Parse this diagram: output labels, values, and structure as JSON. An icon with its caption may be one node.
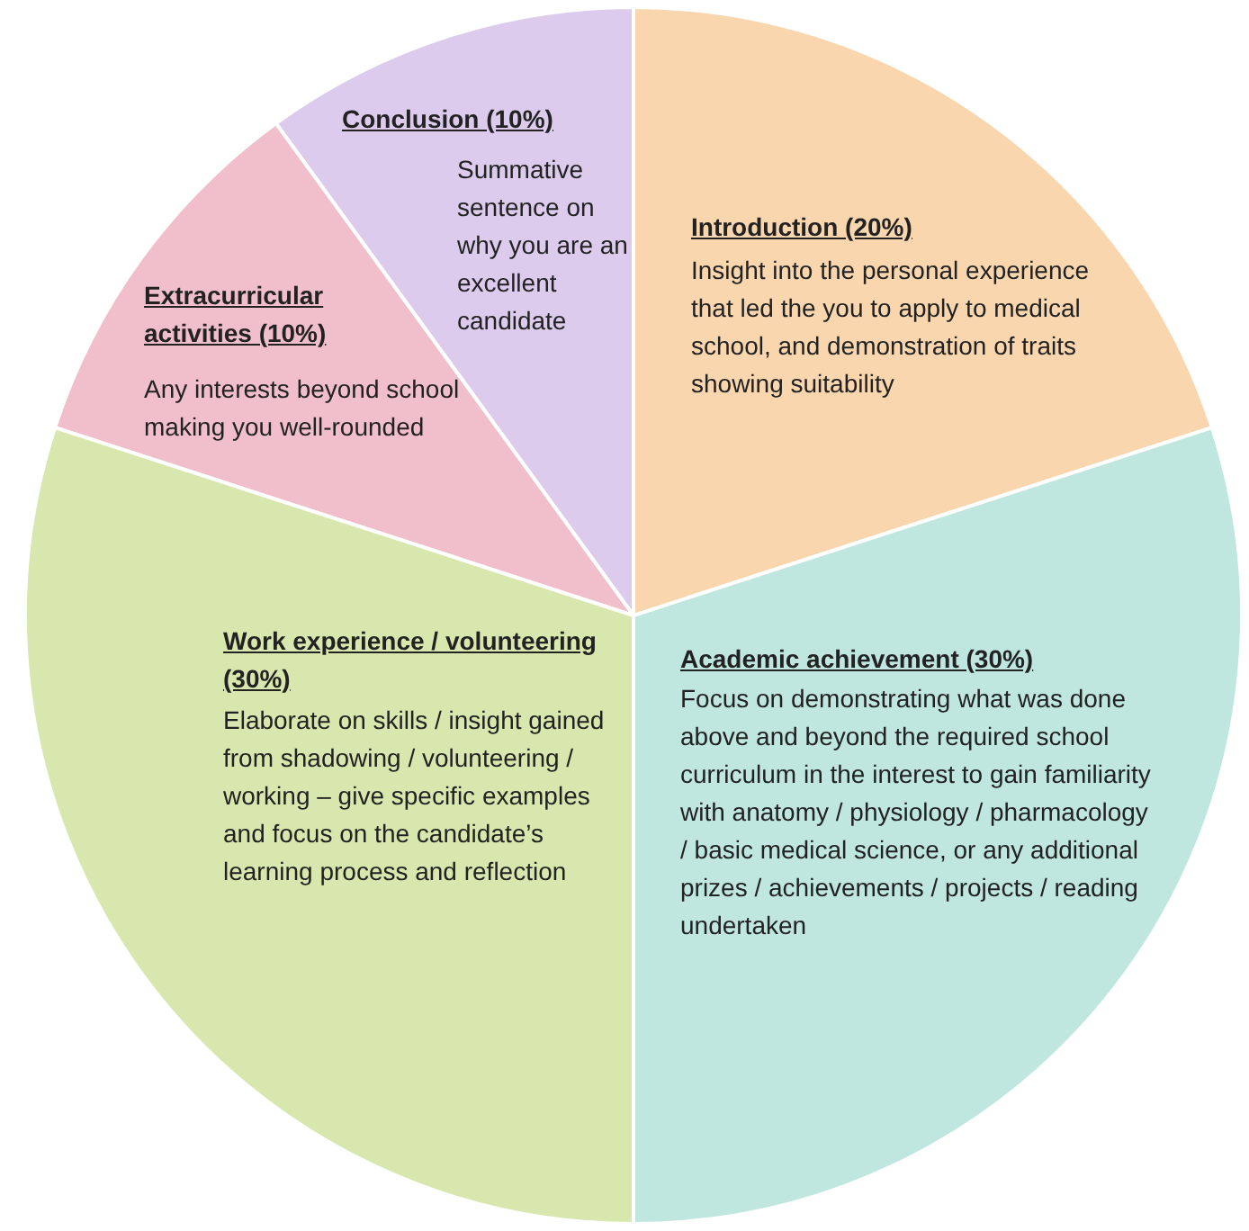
{
  "diagram": {
    "nodes": [
      {
        "text": [
          "Conclusion (10%)",
          "Summative sentence on why you are an excellent candidate"
        ]
      },
      {
        "text": [
          "Extracurricular activities (10%)",
          "Any interests beyond school making you well-rounded"
        ]
      },
      {
        "text": [
          "Introduction (20%)",
          "Insight into the personal experience that led the you to apply to medical school, and demonstration of traits showing suitability"
        ]
      },
      {
        "text": [
          "Work experience / volunteering (30%)",
          "Elaborate on skills / insight gained from shadowing / volunteering / working – give specific examples and focus on the candidate’s learning process and reflection"
        ]
      },
      {
        "text": [
          "Academic achievement (30%)",
          "Focus on demonstrating what was done above and beyond the required school curriculum in the interest to gain familiarity with anatomy / physiology / pharmacology / basic medical science, or any additional prizes / achievements / projects / reading undertaken"
        ]
      }
    ]
  }
}
